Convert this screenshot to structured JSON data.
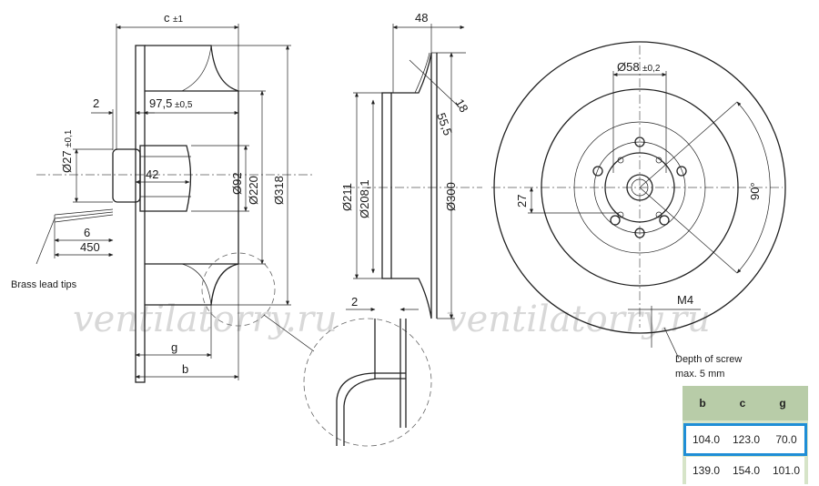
{
  "watermark": "ventilatorry.ru",
  "side_view": {
    "c": "c",
    "c_tol": "±1",
    "d97": "97,5",
    "d97_tol": "±0,5",
    "two": "2",
    "d27": "Ø27",
    "d27_tol": "±0,1",
    "d42": "42",
    "d92": "Ø92",
    "d220": "Ø220",
    "d318": "Ø318",
    "d6": "6",
    "d450": "450",
    "g": "g",
    "b": "b",
    "brass_lead": "Brass lead tips"
  },
  "detail": {
    "two": "2"
  },
  "front_view": {
    "d48": "48",
    "d18": "18",
    "d55": "55,5",
    "d211": "Ø211",
    "d208": "Ø208,1",
    "d300": "Ø300"
  },
  "rear_view": {
    "d58": "Ø58",
    "d58_tol": "±0,2",
    "d27": "27",
    "d90": "90°",
    "m4": "M4",
    "screw_note_1": "Depth of screw",
    "screw_note_2": "max. 5 mm"
  },
  "table": {
    "headers": [
      "b",
      "c",
      "g"
    ],
    "rows": [
      [
        "104.0",
        "123.0",
        "70.0"
      ],
      [
        "139.0",
        "154.0",
        "101.0"
      ]
    ],
    "highlight_color": "#1f8ed6",
    "header_bg": "#b8cca8",
    "body_bg": "#d6e4c8"
  }
}
